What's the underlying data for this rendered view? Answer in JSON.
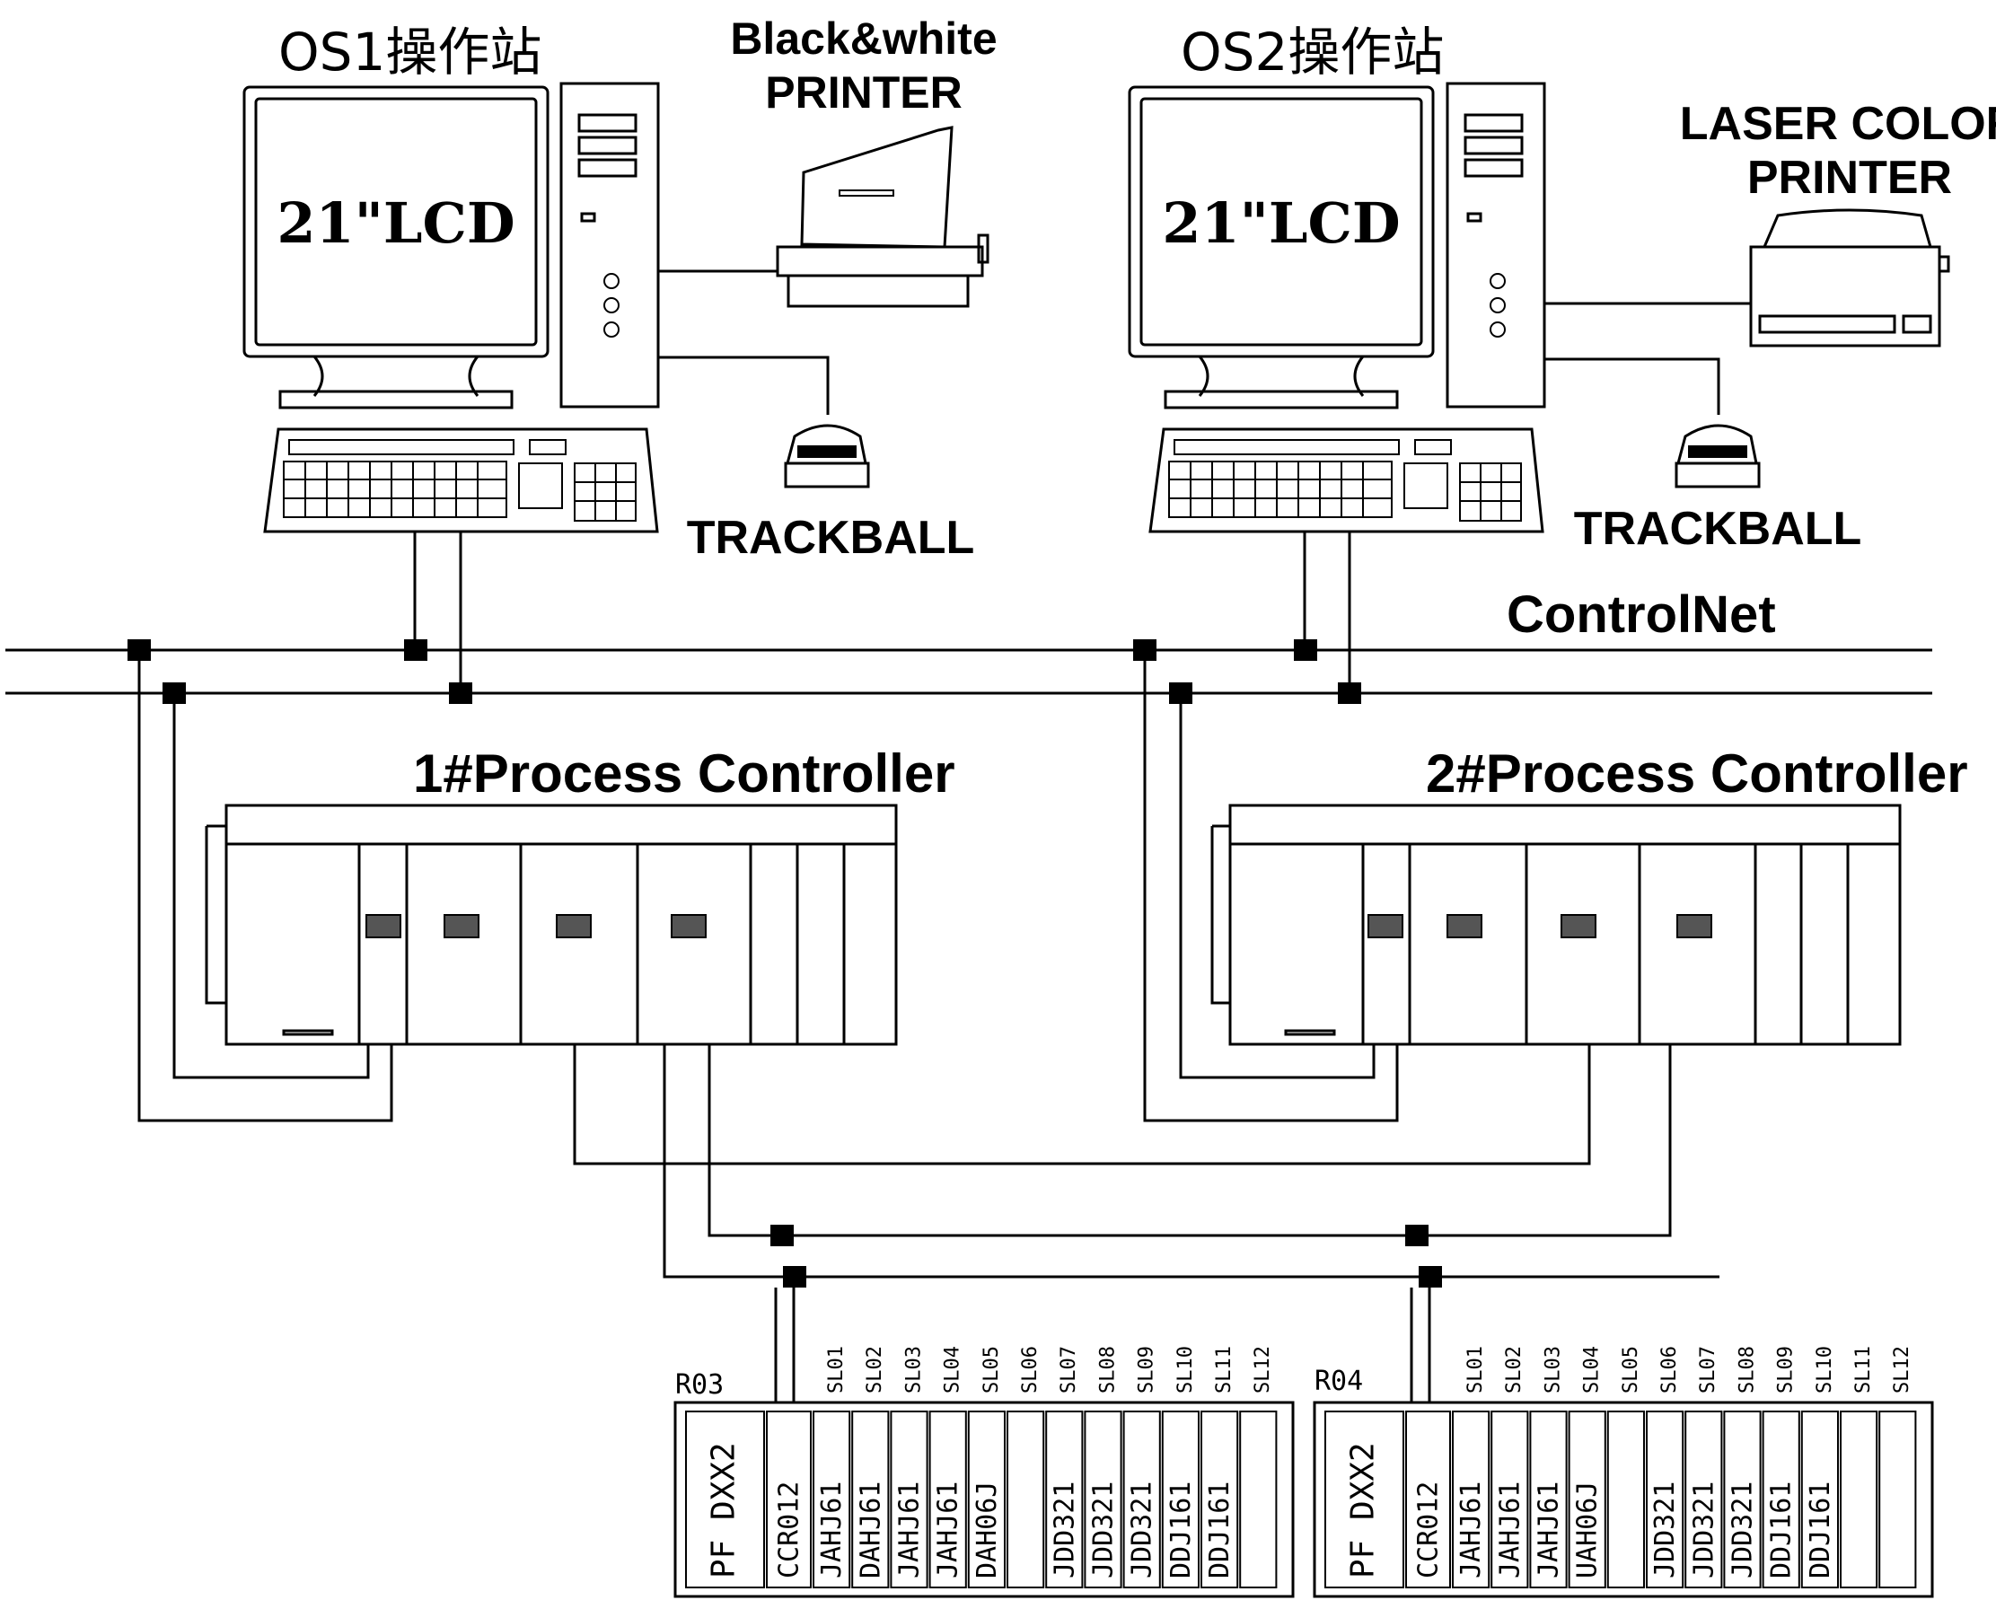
{
  "workstations": [
    {
      "title": "OS1操作站",
      "monitor": "21\"LCD",
      "printer_label_lines": [
        "Black&white",
        "PRINTER"
      ],
      "trackball_label": "TRACKBALL"
    },
    {
      "title": "OS2操作站",
      "monitor": "21\"LCD",
      "printer_label_lines": [
        "LASER COLOR",
        "PRINTER"
      ],
      "trackball_label": "TRACKBALL"
    }
  ],
  "network_label": "ControlNet",
  "controllers": [
    {
      "label": "1#Process Controller"
    },
    {
      "label": "2#Process Controller"
    }
  ],
  "racks": [
    {
      "name": "R03",
      "slot_labels": [
        "SL01",
        "SL02",
        "SL03",
        "SL04",
        "SL05",
        "SL06",
        "SL07",
        "SL08",
        "SL09",
        "SL10",
        "SL11",
        "SL12"
      ],
      "modules": [
        "PF DXX2",
        "CCR012",
        "JAHJ61",
        "DAHJ61",
        "JAHJ61",
        "JAHJ61",
        "DAH06J",
        "",
        "JDD321",
        "JDD321",
        "JDD321",
        "DDJ161",
        "DDJ161",
        ""
      ]
    },
    {
      "name": "R04",
      "slot_labels": [
        "SL01",
        "SL02",
        "SL03",
        "SL04",
        "SL05",
        "SL06",
        "SL07",
        "SL08",
        "SL09",
        "SL10",
        "SL11",
        "SL12"
      ],
      "modules": [
        "PF DXX2",
        "CCR012",
        "JAHJ61",
        "JAHJ61",
        "JAHJ61",
        "UAH06J",
        "",
        "JDD321",
        "JDD321",
        "JDD321",
        "DDJ161",
        "DDJ161",
        "",
        ""
      ]
    }
  ]
}
